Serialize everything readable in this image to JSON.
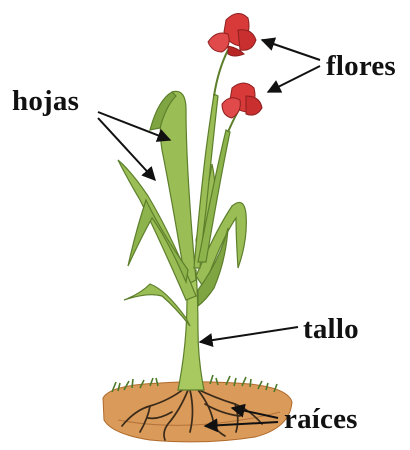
{
  "labels": {
    "hojas": "hojas",
    "flores": "flores",
    "tallo": "tallo",
    "raices": "raíces"
  },
  "colors": {
    "leaf": "#9bbd55",
    "leaf_dark": "#5d7f2c",
    "flower": "#d83a3a",
    "flower_dark": "#8e1f1f",
    "soil": "#d99a5a",
    "grass": "#4d7a2a",
    "root": "#3a2a1a",
    "arrow": "#111111"
  }
}
